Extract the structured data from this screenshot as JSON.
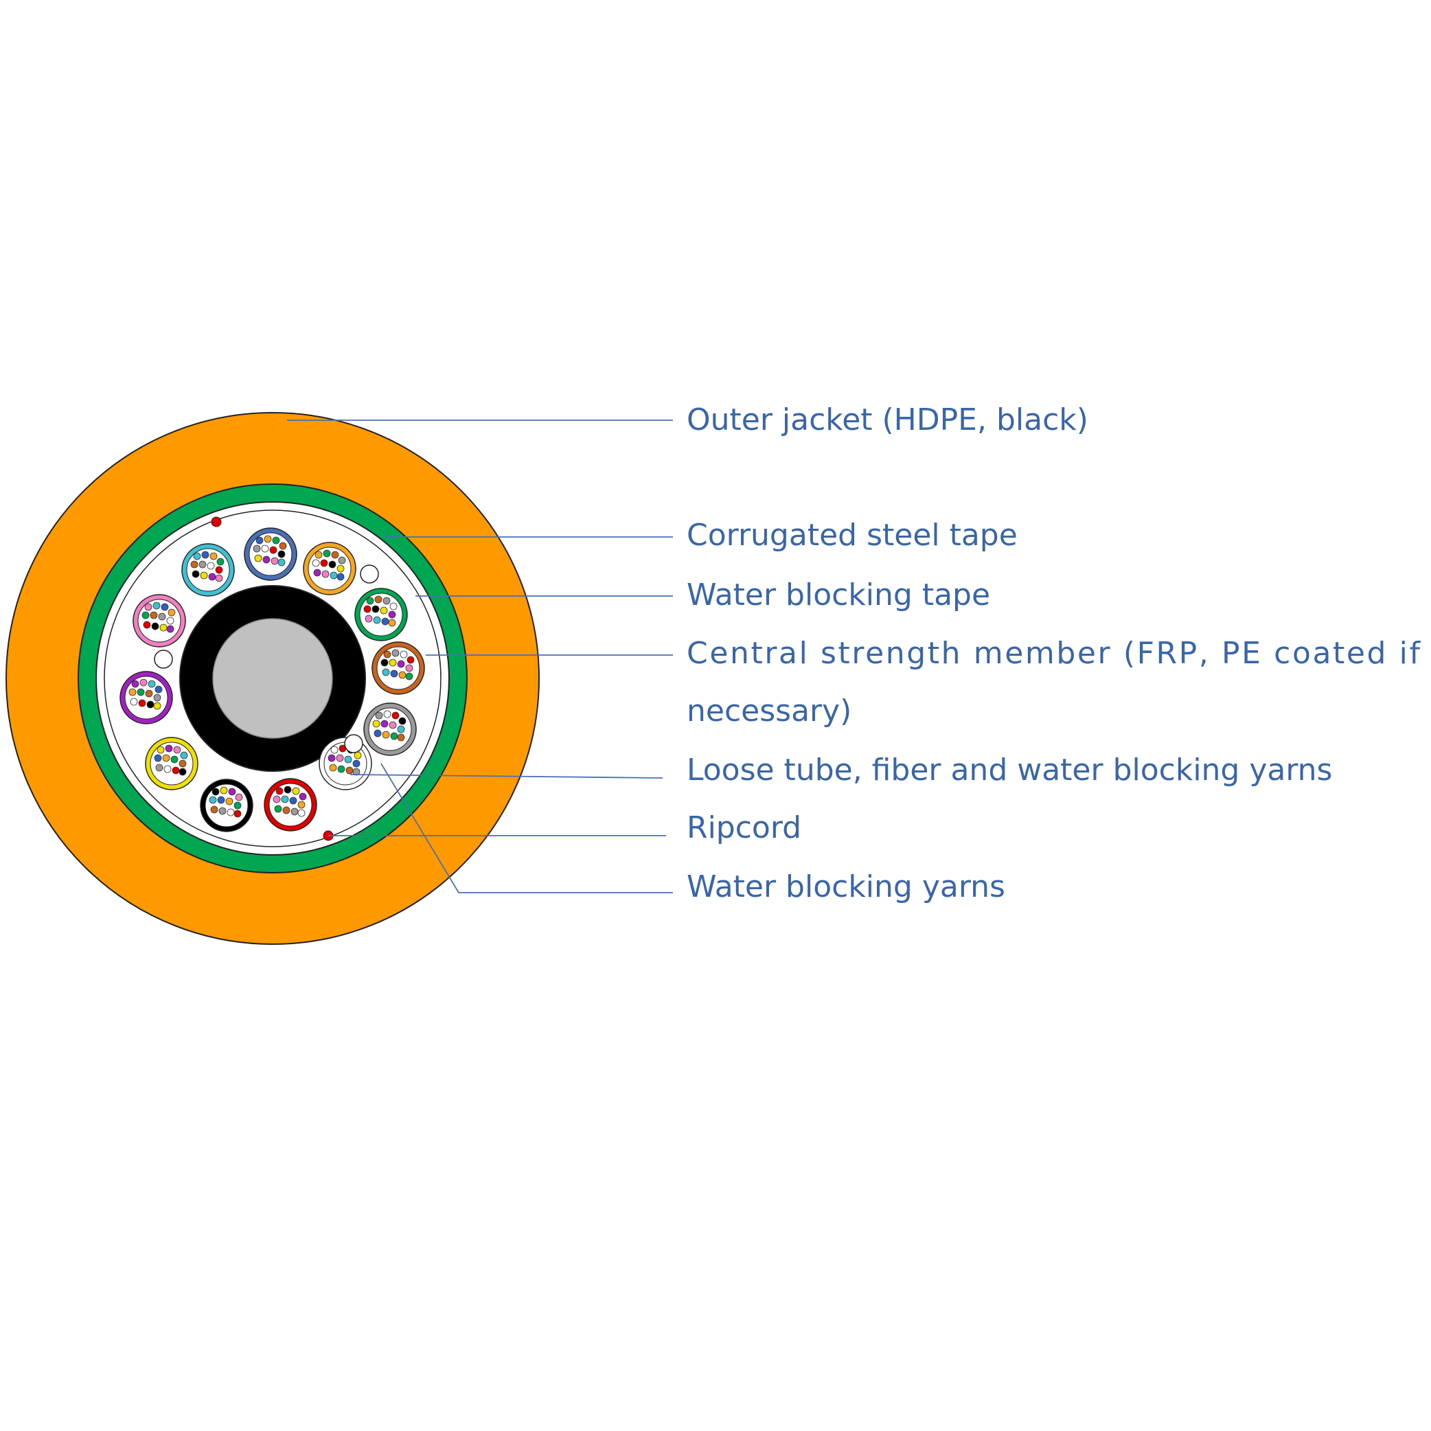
{
  "diagram": {
    "colors": {
      "jacket": "#ff9900",
      "armor": "#00a651",
      "inner_fill": "#ffffff",
      "csm_coat": "#000000",
      "csm_core": "#c0c0c0",
      "ripcord": "#e00000",
      "leader": "#4a6fb5",
      "label_text": "#3a66a8",
      "outline": "#222222"
    },
    "labels": [
      {
        "id": "outer-jacket",
        "text": "Outer jacket (HDPE, black)"
      },
      {
        "id": "corrugated-steel-tape",
        "text": "Corrugated steel tape"
      },
      {
        "id": "water-blocking-tape",
        "text": "Water blocking tape"
      },
      {
        "id": "central-strength-member",
        "text": "Central strength member (FRP, PE coated if",
        "text2": "necessary)"
      },
      {
        "id": "loose-tube",
        "text": "Loose tube, fiber and water blocking yarns"
      },
      {
        "id": "ripcord",
        "text": "Ripcord"
      },
      {
        "id": "water-blocking-yarns",
        "text": "Water blocking yarns"
      }
    ],
    "tube_colors": [
      "#4a6fb5",
      "#f5a623",
      "#00a651",
      "#c8641e",
      "#9a9a9a",
      "#ffffff",
      "#e00000",
      "#000000",
      "#f0e000",
      "#a020c0",
      "#f080c0",
      "#40c0d0"
    ],
    "fiber_colors": [
      "#2f5fbf",
      "#f5a623",
      "#00a651",
      "#c8641e",
      "#9a9a9a",
      "#ffffff",
      "#e00000",
      "#000000",
      "#f0e000",
      "#a020c0",
      "#f080c0",
      "#40c0d0"
    ]
  }
}
